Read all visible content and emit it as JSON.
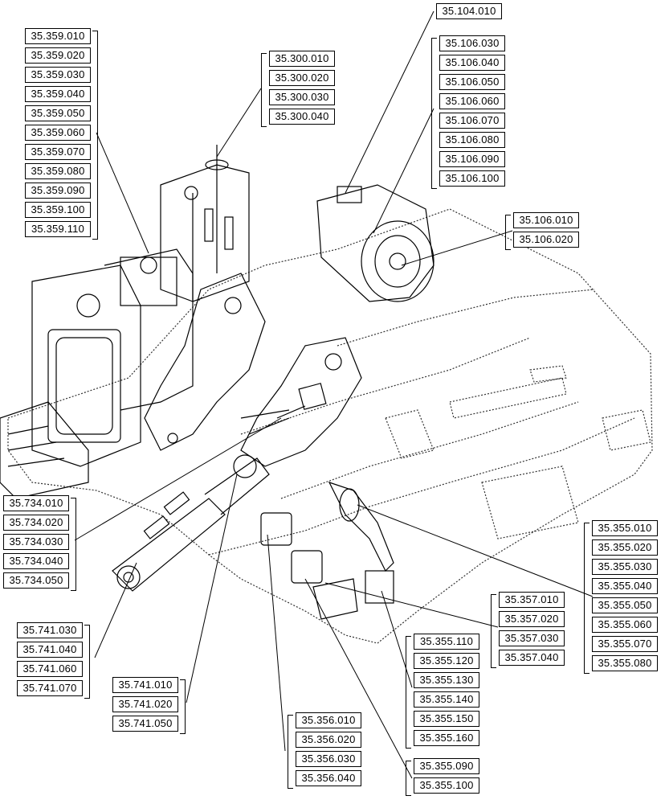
{
  "callout_groups": {
    "g35359": [
      "35.359.010",
      "35.359.020",
      "35.359.030",
      "35.359.040",
      "35.359.050",
      "35.359.060",
      "35.359.070",
      "35.359.080",
      "35.359.090",
      "35.359.100",
      "35.359.110"
    ],
    "g35300": [
      "35.300.010",
      "35.300.020",
      "35.300.030",
      "35.300.040"
    ],
    "g35104": [
      "35.104.010"
    ],
    "g35106a": [
      "35.106.030",
      "35.106.040",
      "35.106.050",
      "35.106.060",
      "35.106.070",
      "35.106.080",
      "35.106.090",
      "35.106.100"
    ],
    "g35106b": [
      "35.106.010",
      "35.106.020"
    ],
    "g35734": [
      "35.734.010",
      "35.734.020",
      "35.734.030",
      "35.734.040",
      "35.734.050"
    ],
    "g35741a": [
      "35.741.030",
      "35.741.040",
      "35.741.060",
      "35.741.070"
    ],
    "g35741b": [
      "35.741.010",
      "35.741.020",
      "35.741.050"
    ],
    "g35356": [
      "35.356.010",
      "35.356.020",
      "35.356.030",
      "35.356.040"
    ],
    "g35355a": [
      "35.355.010",
      "35.355.020",
      "35.355.030",
      "35.355.040",
      "35.355.050",
      "35.355.060",
      "35.355.070",
      "35.355.080"
    ],
    "g35357": [
      "35.357.010",
      "35.357.020",
      "35.357.030",
      "35.357.040"
    ],
    "g35355b": [
      "35.355.110",
      "35.355.120",
      "35.355.130",
      "35.355.140",
      "35.355.150",
      "35.355.160"
    ],
    "g35355c": [
      "35.355.090",
      "35.355.100"
    ]
  },
  "colors": {
    "line": "#000000",
    "background": "#ffffff",
    "dashed_outline": "#333333"
  }
}
